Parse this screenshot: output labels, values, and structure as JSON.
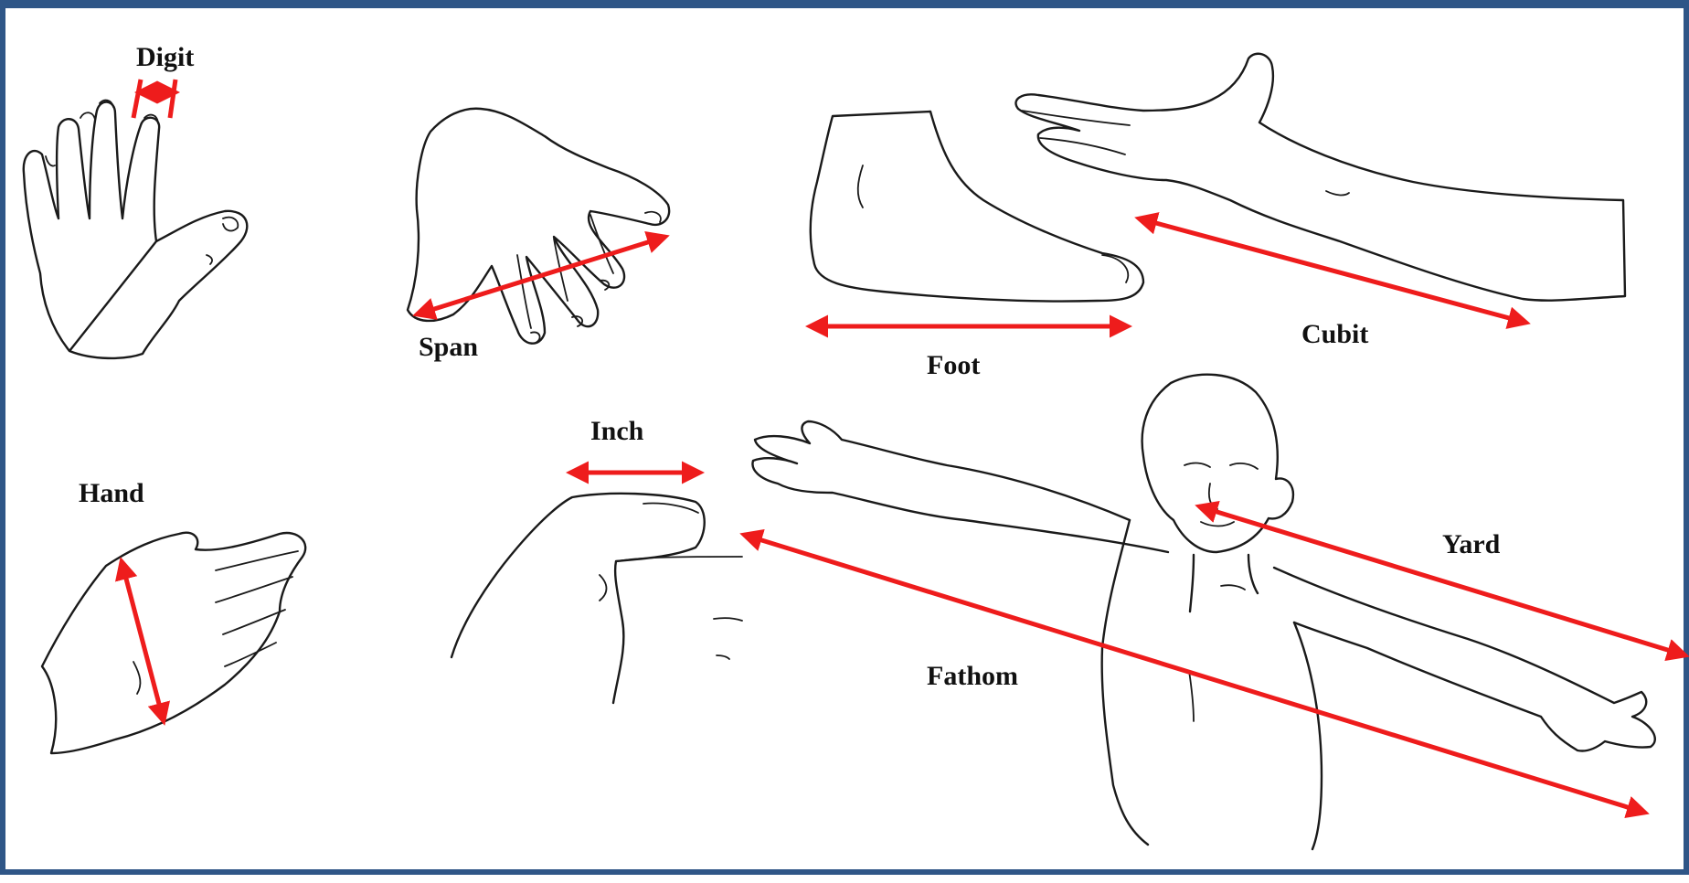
{
  "labels": {
    "digit": "Digit",
    "span": "Span",
    "foot": "Foot",
    "cubit": "Cubit",
    "hand": "Hand",
    "inch": "Inch",
    "yard": "Yard",
    "fathom": "Fathom"
  },
  "colors": {
    "frame": "#2f5687",
    "arrow": "#ee1c1c",
    "ink": "#1a1a1a"
  }
}
